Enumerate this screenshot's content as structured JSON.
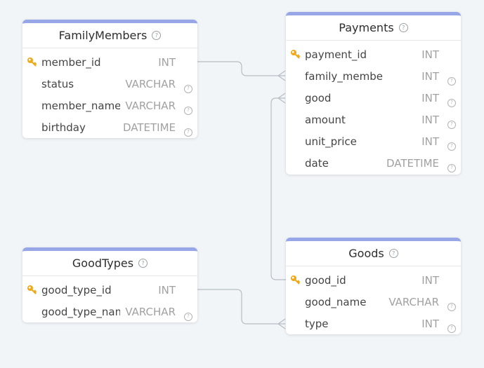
{
  "tables": {
    "family_members": {
      "title": "FamilyMembers",
      "fields": [
        {
          "name": "member_id",
          "type": "INT",
          "key": true,
          "help": false
        },
        {
          "name": "status",
          "type": "VARCHAR",
          "key": false,
          "help": true
        },
        {
          "name": "member_name",
          "type": "VARCHAR",
          "key": false,
          "help": true
        },
        {
          "name": "birthday",
          "type": "DATETIME",
          "key": false,
          "help": true
        }
      ]
    },
    "payments": {
      "title": "Payments",
      "fields": [
        {
          "name": "payment_id",
          "type": "INT",
          "key": true,
          "help": false
        },
        {
          "name": "family_member",
          "type": "INT",
          "key": false,
          "help": true
        },
        {
          "name": "good",
          "type": "INT",
          "key": false,
          "help": true
        },
        {
          "name": "amount",
          "type": "INT",
          "key": false,
          "help": true
        },
        {
          "name": "unit_price",
          "type": "INT",
          "key": false,
          "help": true
        },
        {
          "name": "date",
          "type": "DATETIME",
          "key": false,
          "help": true
        }
      ]
    },
    "good_types": {
      "title": "GoodTypes",
      "fields": [
        {
          "name": "good_type_id",
          "type": "INT",
          "key": true,
          "help": false
        },
        {
          "name": "good_type_name",
          "type": "VARCHAR",
          "key": false,
          "help": true
        }
      ]
    },
    "goods": {
      "title": "Goods",
      "fields": [
        {
          "name": "good_id",
          "type": "INT",
          "key": true,
          "help": false
        },
        {
          "name": "good_name",
          "type": "VARCHAR",
          "key": false,
          "help": true
        },
        {
          "name": "type",
          "type": "INT",
          "key": false,
          "help": true
        }
      ]
    }
  },
  "relations": [
    {
      "from": "FamilyMembers.member_id",
      "to": "Payments.family_member"
    },
    {
      "from": "Goods.good_id",
      "to": "Payments.good"
    },
    {
      "from": "GoodTypes.good_type_id",
      "to": "Goods.type"
    }
  ],
  "colors": {
    "header_accent": "#97a6e6",
    "key_icon": "#f0a818",
    "link": "#b8bdc4"
  },
  "icons": {
    "key": "key-icon",
    "help": "help-icon"
  }
}
